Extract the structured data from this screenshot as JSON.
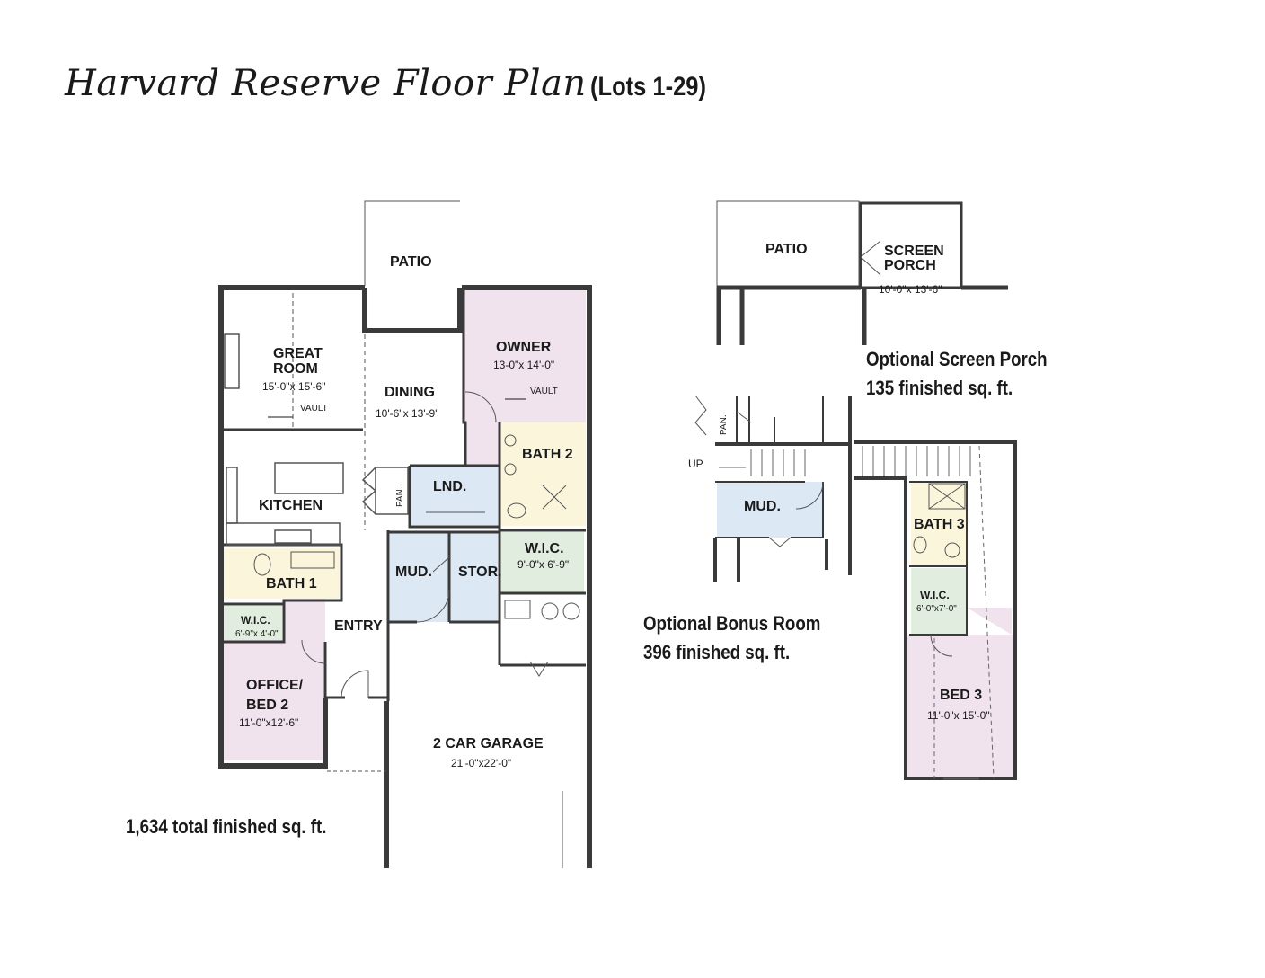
{
  "title": {
    "script": "Harvard Reserve Floor Plan",
    "lots": "(Lots 1-29)"
  },
  "main_plan": {
    "patio": "PATIO",
    "great_room": {
      "name1": "GREAT",
      "name2": "ROOM",
      "dim": "15'-0\"x 15'-6\"",
      "vault": "VAULT"
    },
    "dining": {
      "name": "DINING",
      "dim": "10'-6\"x 13'-9\""
    },
    "owner": {
      "name": "OWNER",
      "dim": "13-0\"x 14'-0\"",
      "vault": "VAULT"
    },
    "bath2": "BATH 2",
    "lnd": "LND.",
    "pan": "PAN.",
    "kitchen": "KITCHEN",
    "bath1": "BATH 1",
    "mud": "MUD.",
    "stor": "STOR.",
    "wic_main": {
      "name": "W.I.C.",
      "dim": "9'-0\"x 6'-9\""
    },
    "wic_small": {
      "name": "W.I.C.",
      "dim": "6'-9\"x 4'-0\""
    },
    "entry": "ENTRY",
    "office": {
      "name1": "OFFICE/",
      "name2": "BED 2",
      "dim": "11'-0\"x12'-6\""
    },
    "garage": {
      "name": "2 CAR GARAGE",
      "dim": "21'-0\"x22'-0\""
    }
  },
  "total_sqft": "1,634 total finished sq. ft.",
  "screen_porch": {
    "patio": "PATIO",
    "name1": "SCREEN",
    "name2": "PORCH",
    "dim": "10'-0\"x 13'-6\"",
    "caption1": "Optional Screen Porch",
    "caption2": "135 finished sq. ft."
  },
  "bonus": {
    "up": "UP",
    "pan": "PAN.",
    "mud": "MUD.",
    "bath3": "BATH 3",
    "wic": {
      "name": "W.I.C.",
      "dim": "6'-0\"x7'-0\""
    },
    "bed3": {
      "name": "BED 3",
      "dim": "11'-0\"x 15'-0\""
    },
    "caption1": "Optional Bonus Room",
    "caption2": "396 finished sq. ft."
  },
  "colors": {
    "pink": "#f1e3ee",
    "yellow": "#fbf5dc",
    "blue": "#dde8f5",
    "green": "#e1eedf",
    "wall": "#3a3a3a"
  }
}
